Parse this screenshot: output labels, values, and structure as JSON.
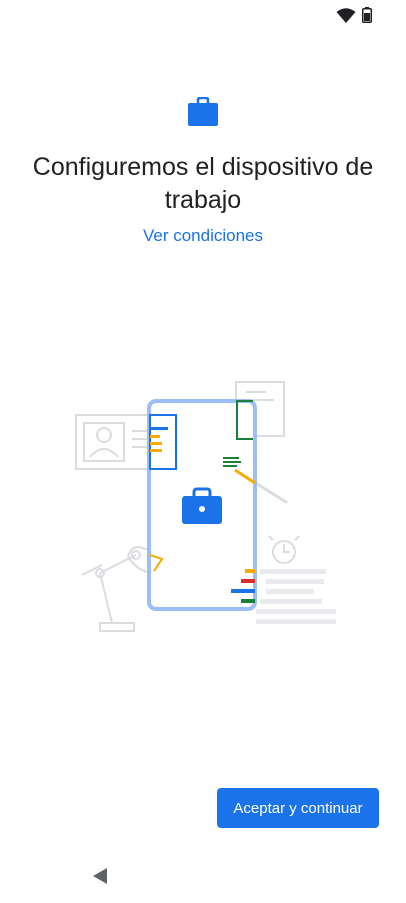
{
  "status_bar": {
    "icons": [
      "wifi-icon",
      "battery-icon"
    ]
  },
  "header": {
    "icon": "briefcase-icon",
    "title": "Configuremos el dispositivo de trabajo",
    "link": "Ver condiciones"
  },
  "illustration": {
    "icon": "work-device-illustration"
  },
  "footer": {
    "primary_button": "Aceptar y continuar"
  },
  "nav": {
    "back_icon": "back-triangle-icon"
  },
  "colors": {
    "accent": "#1a73e8",
    "title_text": "#202124",
    "background": "#ffffff"
  }
}
